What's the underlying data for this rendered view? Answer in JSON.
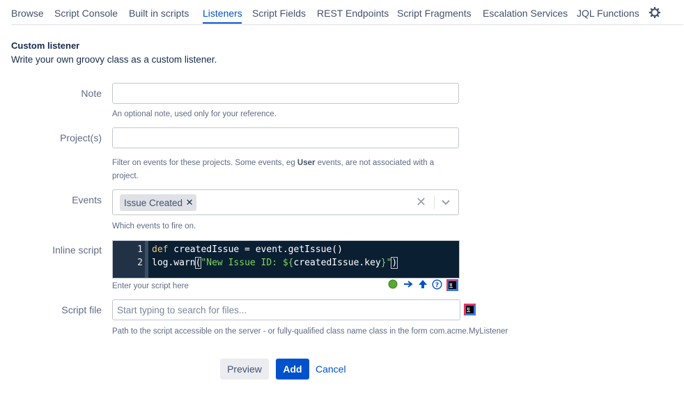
{
  "nav": {
    "tabs": [
      "Browse",
      "Script Console",
      "Built in scripts",
      "Listeners",
      "Script Fields",
      "REST Endpoints",
      "Script Fragments",
      "Escalation Services",
      "JQL Functions"
    ],
    "active_tab": "Listeners",
    "settings_icon": "gear-icon"
  },
  "header": {
    "title": "Custom listener",
    "subtitle": "Write your own groovy class as a custom listener."
  },
  "form": {
    "note": {
      "label": "Note",
      "value": "",
      "help": "An optional note, used only for your reference."
    },
    "projects": {
      "label": "Project(s)",
      "value": "",
      "help_pre": "Filter on events for these projects. Some events, eg ",
      "help_bold": "User",
      "help_post": " events, are not associated with a",
      "help_line2": "project."
    },
    "events": {
      "label": "Events",
      "selected": [
        "Issue Created"
      ],
      "help": "Which events to fire on."
    },
    "inline_script": {
      "label": "Inline script",
      "lines": [
        {
          "num": "1",
          "kw": "def",
          "rest": " createdIssue = event.getIssue()"
        },
        {
          "num": "2",
          "pre": "log.warn",
          "open": "(",
          "str": "\"New Issue ID: ${",
          "mid": "createdIssue.key",
          "str2": "}\"",
          "close": ")"
        }
      ],
      "help": "Enter your script here",
      "toolbar_icons": [
        "status-ok-icon",
        "arrow-right-icon",
        "arrow-up-icon",
        "help-icon",
        "intellij-icon"
      ]
    },
    "script_file": {
      "label": "Script file",
      "placeholder": "Start typing to search for files...",
      "help": "Path to the script accessible on the server - or fully-qualified class name class in the form com.acme.MyListener",
      "icon": "intellij-icon"
    }
  },
  "actions": {
    "preview": "Preview",
    "add": "Add",
    "cancel": "Cancel"
  },
  "colors": {
    "primary": "#0052cc",
    "editor_bg": "#0b1f33"
  }
}
